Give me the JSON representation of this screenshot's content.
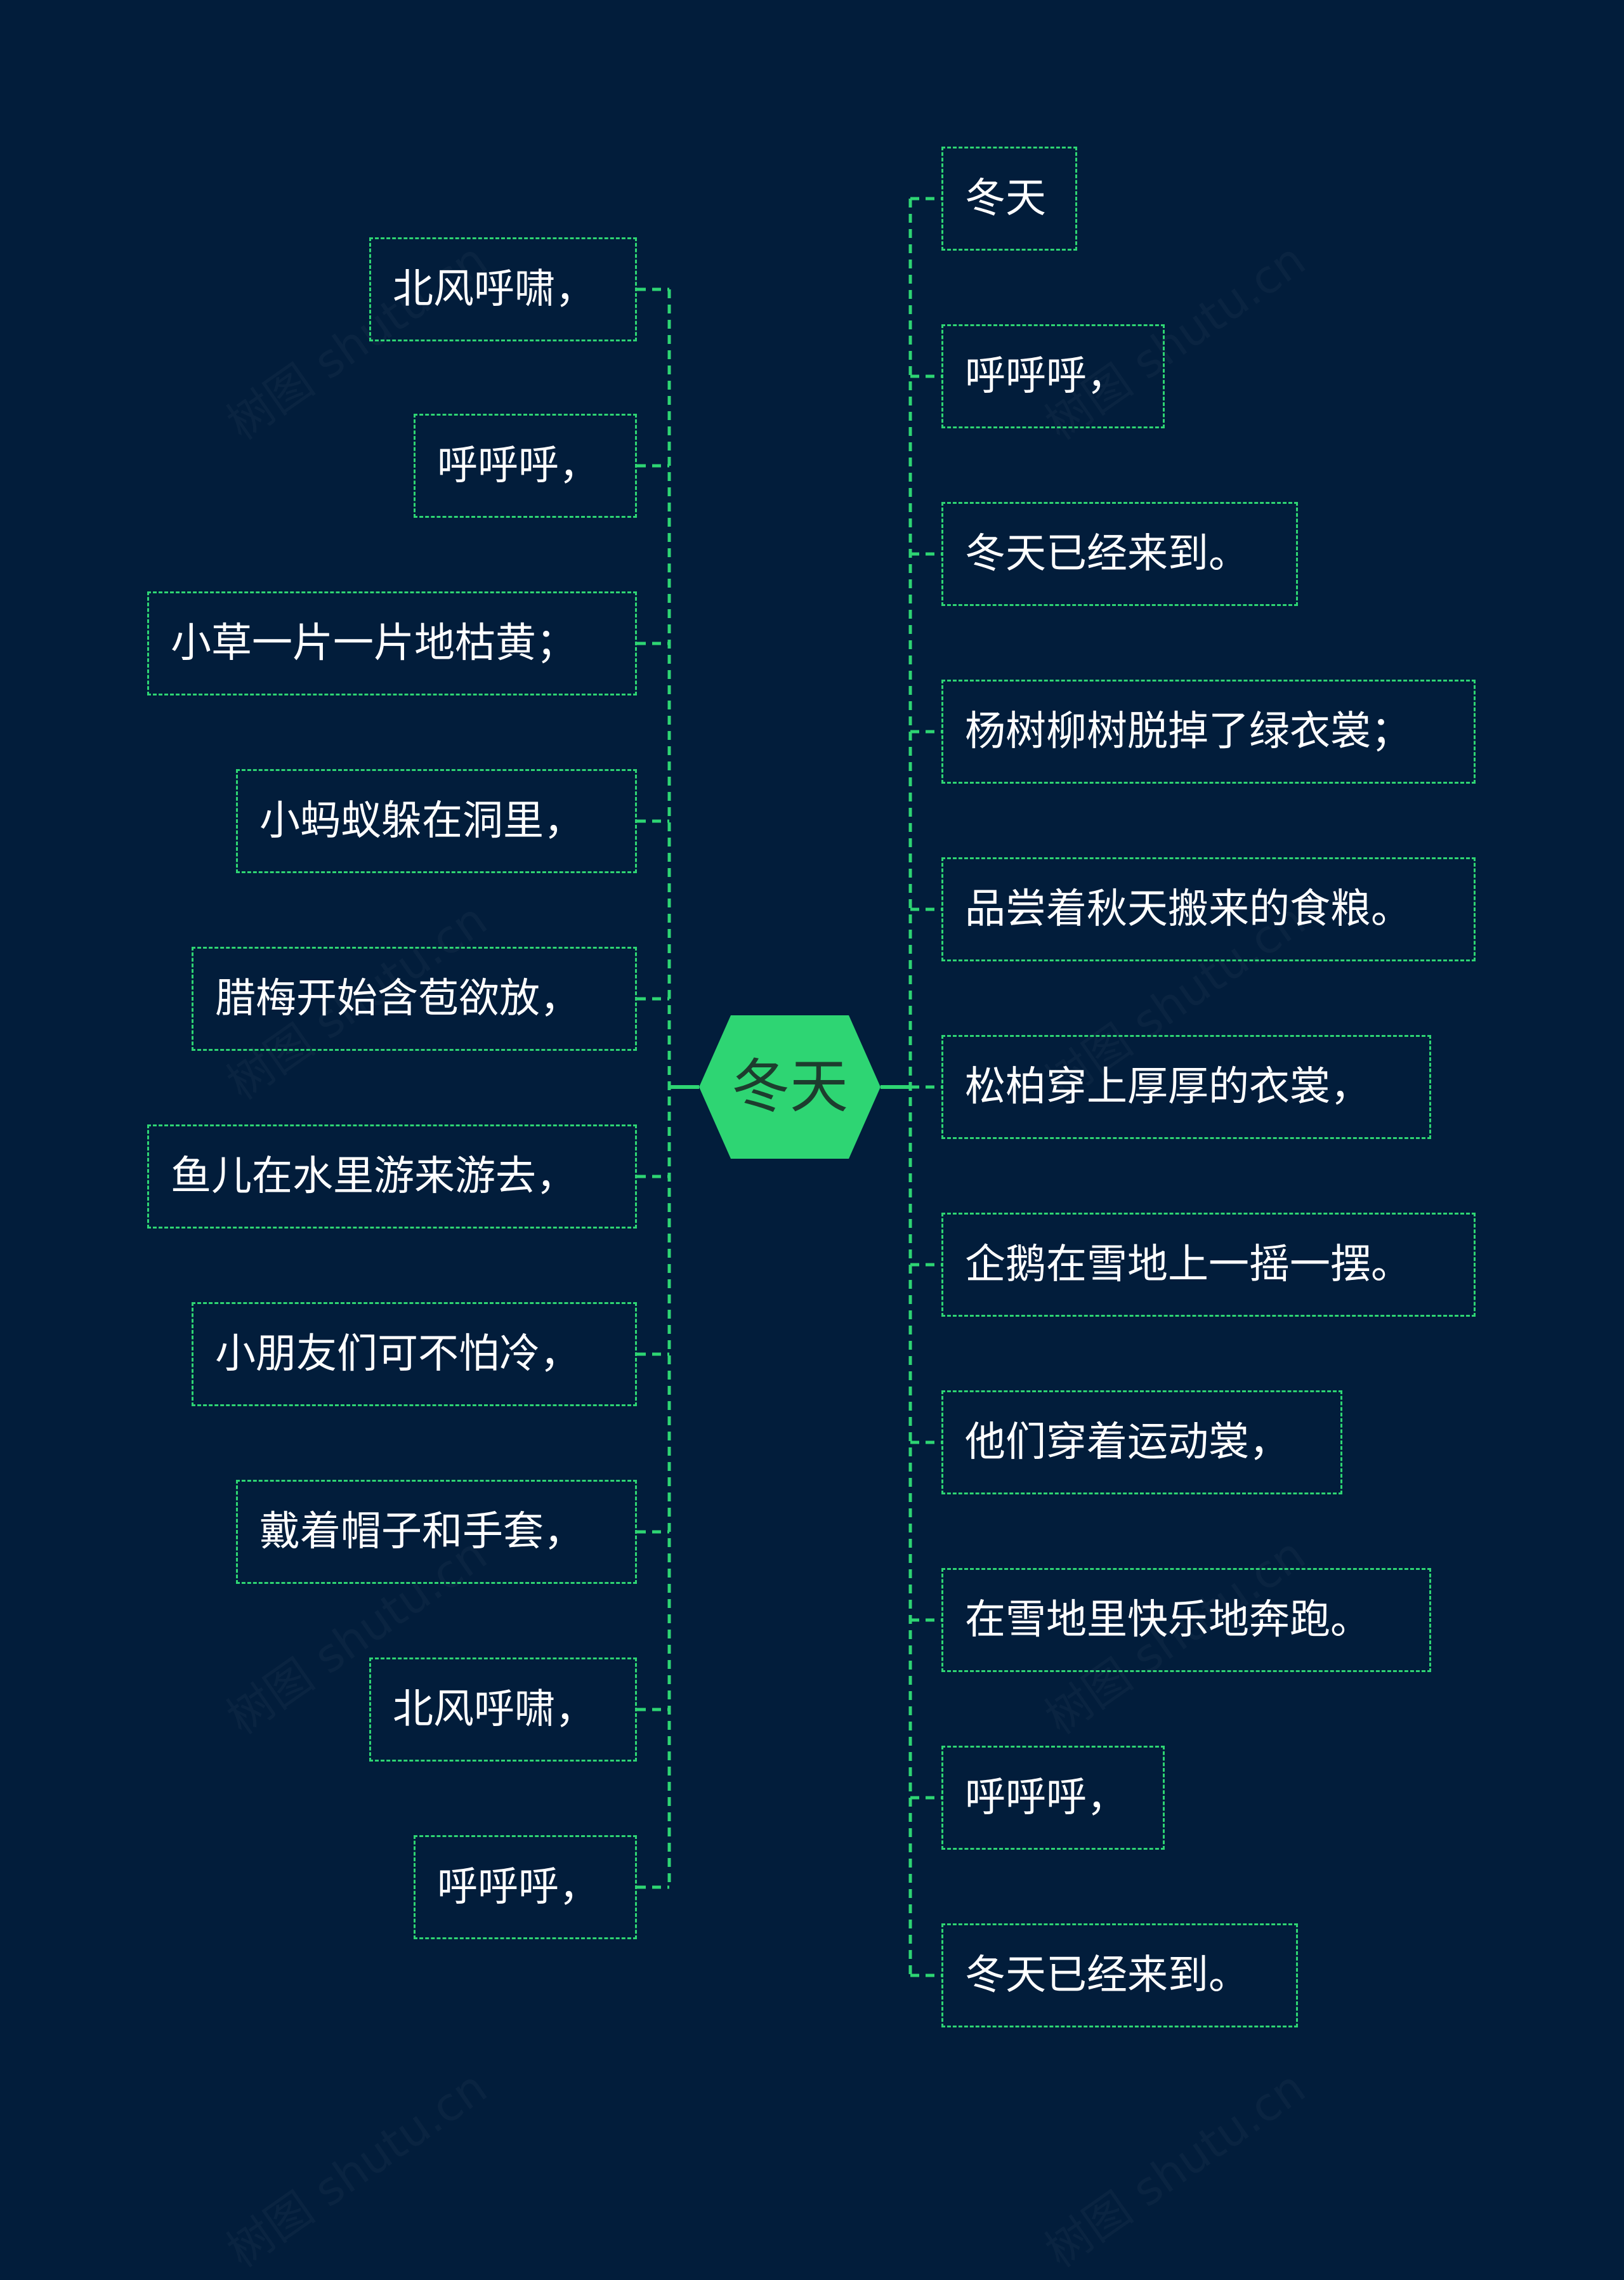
{
  "root": {
    "label": "冬天"
  },
  "left_branch": [
    {
      "label": "北风呼啸，"
    },
    {
      "label": "呼呼呼，"
    },
    {
      "label": "小草一片一片地枯黄；"
    },
    {
      "label": "小蚂蚁躲在洞里，"
    },
    {
      "label": "腊梅开始含苞欲放，"
    },
    {
      "label": "鱼儿在水里游来游去，"
    },
    {
      "label": "小朋友们可不怕冷，"
    },
    {
      "label": "戴着帽子和手套，"
    },
    {
      "label": "北风呼啸，"
    },
    {
      "label": "呼呼呼，"
    }
  ],
  "right_branch": [
    {
      "label": "冬天"
    },
    {
      "label": "呼呼呼，"
    },
    {
      "label": "冬天已经来到。"
    },
    {
      "label": "杨树柳树脱掉了绿衣裳；"
    },
    {
      "label": "品尝着秋天搬来的食粮。"
    },
    {
      "label": "松柏穿上厚厚的衣裳，"
    },
    {
      "label": "企鹅在雪地上一摇一摆。"
    },
    {
      "label": "他们穿着运动裳，"
    },
    {
      "label": "在雪地里快乐地奔跑。"
    },
    {
      "label": "呼呼呼，"
    },
    {
      "label": "冬天已经来到。"
    }
  ],
  "watermark": "树图 shutu.cn",
  "colors": {
    "background": "#021d3b",
    "accent": "#2ed573",
    "text": "#ffffff"
  }
}
